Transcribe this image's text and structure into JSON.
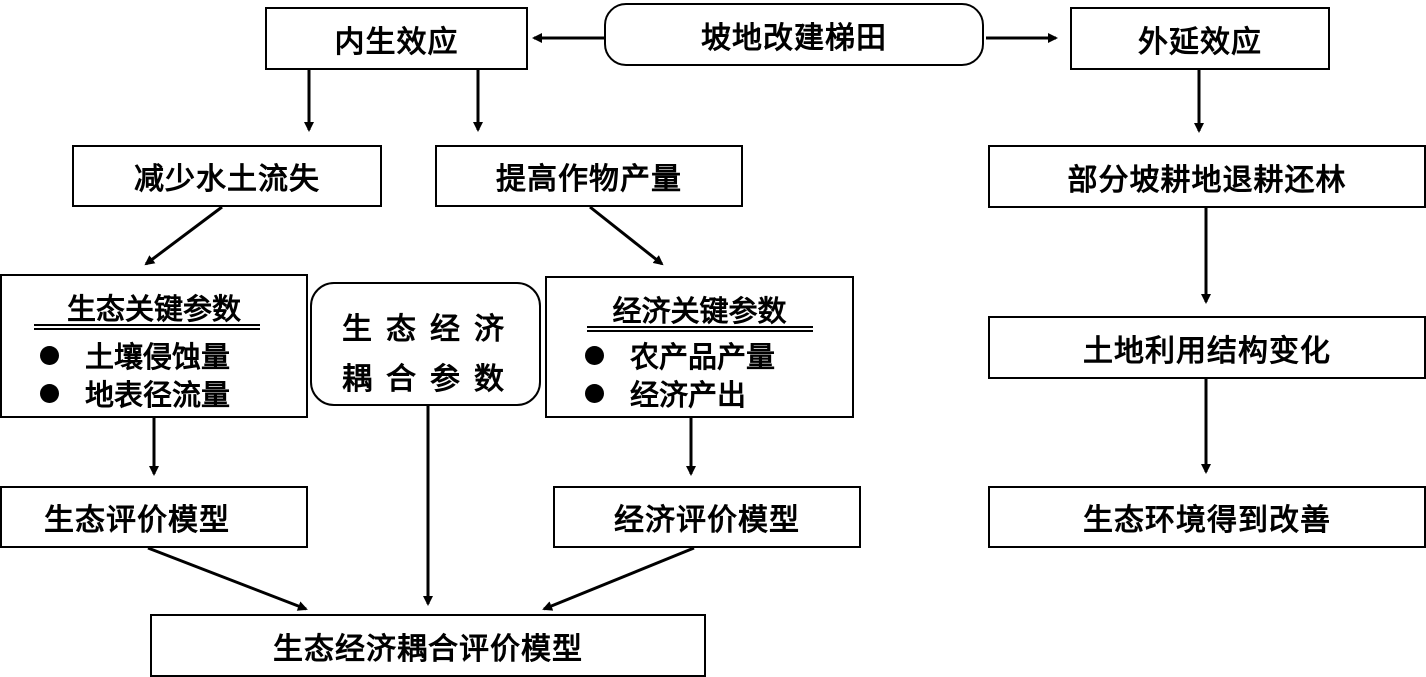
{
  "top": {
    "root": "坡地改建梯田",
    "internal": "内生效应",
    "external": "外延效应"
  },
  "internal_branch": {
    "soil": "减少水土流失",
    "crop": "提高作物产量"
  },
  "eco_params": {
    "title": "生态关键参数",
    "items": [
      "土壤侵蚀量",
      "地表径流量"
    ]
  },
  "coupling_params": {
    "line1": "生态经济",
    "line2": "耦合参数"
  },
  "econ_params": {
    "title": "经济关键参数",
    "items": [
      "农产品产量",
      "经济产出"
    ]
  },
  "models": {
    "eco": "生态评价模型",
    "econ": "经济评价模型",
    "coupled": "生态经济耦合评价模型"
  },
  "external_branch": {
    "step1": "部分坡耕地退耕还林",
    "step2": "土地利用结构变化",
    "step3": "生态环境得到改善"
  }
}
